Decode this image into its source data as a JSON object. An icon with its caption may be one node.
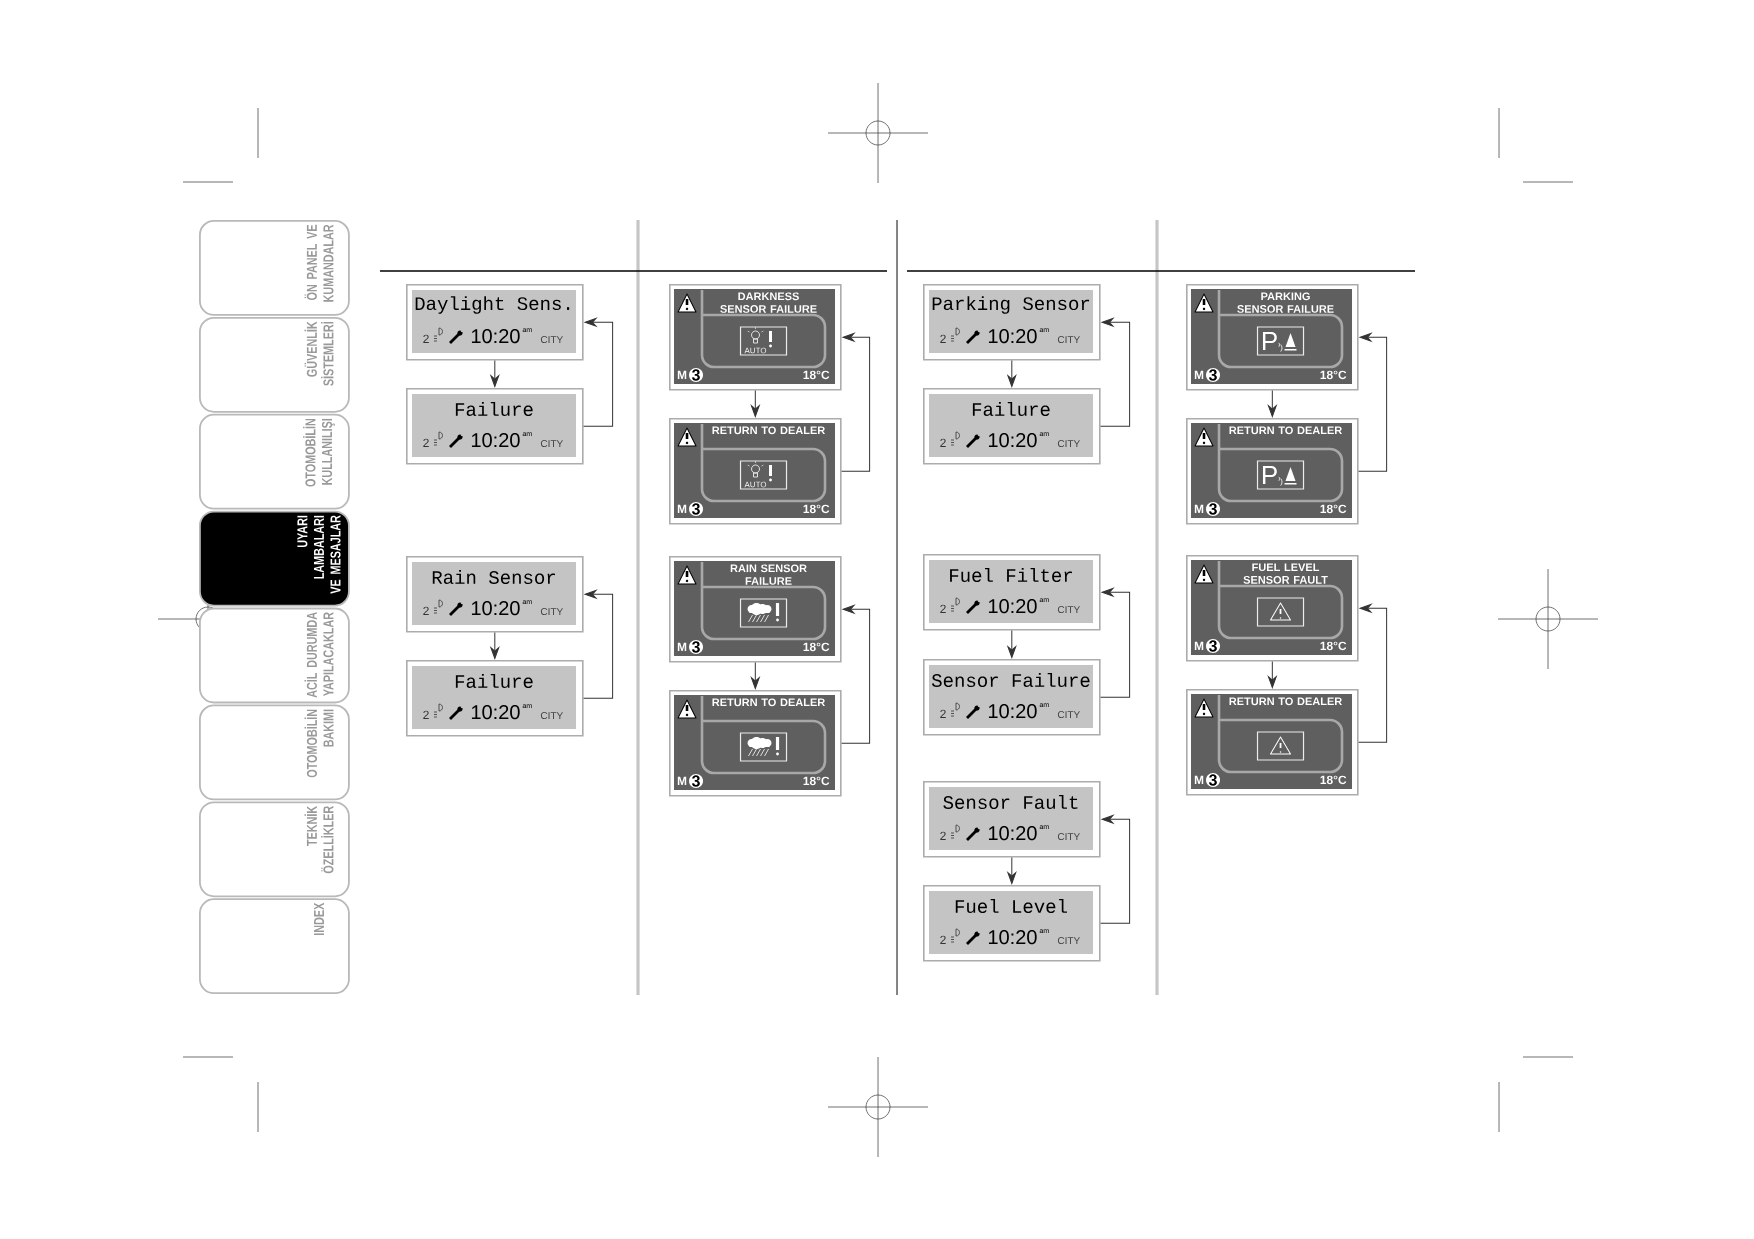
{
  "diagram": {
    "nodes": [
      {
        "text": [
          "ÖN PANEL VE KUMANDALAR"
        ]
      },
      {
        "text": [
          "GÜVENLİK SİSTEMLERİ"
        ]
      },
      {
        "text": [
          "OTOMOBİLİN KULLANILIŞI"
        ]
      },
      {
        "text": [
          "UYARI LAMBALARI VE MESAJLAR"
        ]
      },
      {
        "text": [
          "ACİL DURUMDA YAPILACAKLAR"
        ]
      },
      {
        "text": [
          "OTOMOBİLİN BAKIMI"
        ]
      },
      {
        "text": [
          "TEKNİK ÖZELLİKLER"
        ]
      },
      {
        "text": [
          "INDEX"
        ]
      },
      {
        "text": [
          "Daylight Sens.",
          "2",
          "10:20",
          "am",
          "CITY"
        ]
      },
      {
        "text": [
          "Failure",
          "2",
          "10:20",
          "am",
          "CITY"
        ]
      },
      {
        "text": [
          "Rain Sensor",
          "2",
          "10:20",
          "am",
          "CITY"
        ]
      },
      {
        "text": [
          "Failure",
          "2",
          "10:20",
          "am",
          "CITY"
        ]
      },
      {
        "text": [
          "DARKNESS SENSOR FAILURE",
          "AUTO",
          "M",
          "3",
          "18°C"
        ]
      },
      {
        "text": [
          "RETURN TO DEALER",
          "AUTO",
          "M",
          "3",
          "18°C"
        ]
      },
      {
        "text": [
          "RAIN SENSOR FAILURE",
          "M",
          "3",
          "18°C"
        ]
      },
      {
        "text": [
          "RETURN TO DEALER",
          "M",
          "3",
          "18°C"
        ]
      },
      {
        "text": [
          "Parking Sensor",
          "2",
          "10:20",
          "am",
          "CITY"
        ]
      },
      {
        "text": [
          "Failure",
          "2",
          "10:20",
          "am",
          "CITY"
        ]
      },
      {
        "text": [
          "Fuel Filter",
          "2",
          "10:20",
          "am",
          "CITY"
        ]
      },
      {
        "text": [
          "Sensor Failure",
          "2",
          "10:20",
          "am",
          "CITY"
        ]
      },
      {
        "text": [
          "Sensor Fault",
          "2",
          "10:20",
          "am",
          "CITY"
        ]
      },
      {
        "text": [
          "Fuel Level",
          "2",
          "10:20",
          "am",
          "CITY"
        ]
      },
      {
        "text": [
          "PARKING SENSOR FAILURE",
          "P",
          "M",
          "3",
          "18°C"
        ]
      },
      {
        "text": [
          "RETURN TO DEALER",
          "P",
          "M",
          "3",
          "18°C"
        ]
      },
      {
        "text": [
          "FUEL LEVEL SENSOR FAULT",
          "M",
          "3",
          "18°C"
        ]
      },
      {
        "text": [
          "RETURN TO DEALER",
          "M",
          "3",
          "18°C"
        ]
      }
    ],
    "edges": [
      {
        "from": 8,
        "to": 9,
        "arrow": "to"
      },
      {
        "from": 9,
        "to": 8,
        "arrow": "to"
      },
      {
        "from": 10,
        "to": 11,
        "arrow": "to"
      },
      {
        "from": 11,
        "to": 10,
        "arrow": "to"
      },
      {
        "from": 12,
        "to": 13,
        "arrow": "to"
      },
      {
        "from": 13,
        "to": 12,
        "arrow": "to"
      },
      {
        "from": 14,
        "to": 15,
        "arrow": "to"
      },
      {
        "from": 15,
        "to": 14,
        "arrow": "to"
      },
      {
        "from": 16,
        "to": 17,
        "arrow": "to"
      },
      {
        "from": 17,
        "to": 16,
        "arrow": "to"
      },
      {
        "from": 18,
        "to": 19,
        "arrow": "to"
      },
      {
        "from": 19,
        "to": 18,
        "arrow": "to"
      },
      {
        "from": 20,
        "to": 21,
        "arrow": "to"
      },
      {
        "from": 21,
        "to": 20,
        "arrow": "to"
      },
      {
        "from": 22,
        "to": 23,
        "arrow": "to"
      },
      {
        "from": 23,
        "to": 22,
        "arrow": "to"
      },
      {
        "from": 24,
        "to": 25,
        "arrow": "to"
      },
      {
        "from": 25,
        "to": 24,
        "arrow": "to"
      }
    ]
  }
}
